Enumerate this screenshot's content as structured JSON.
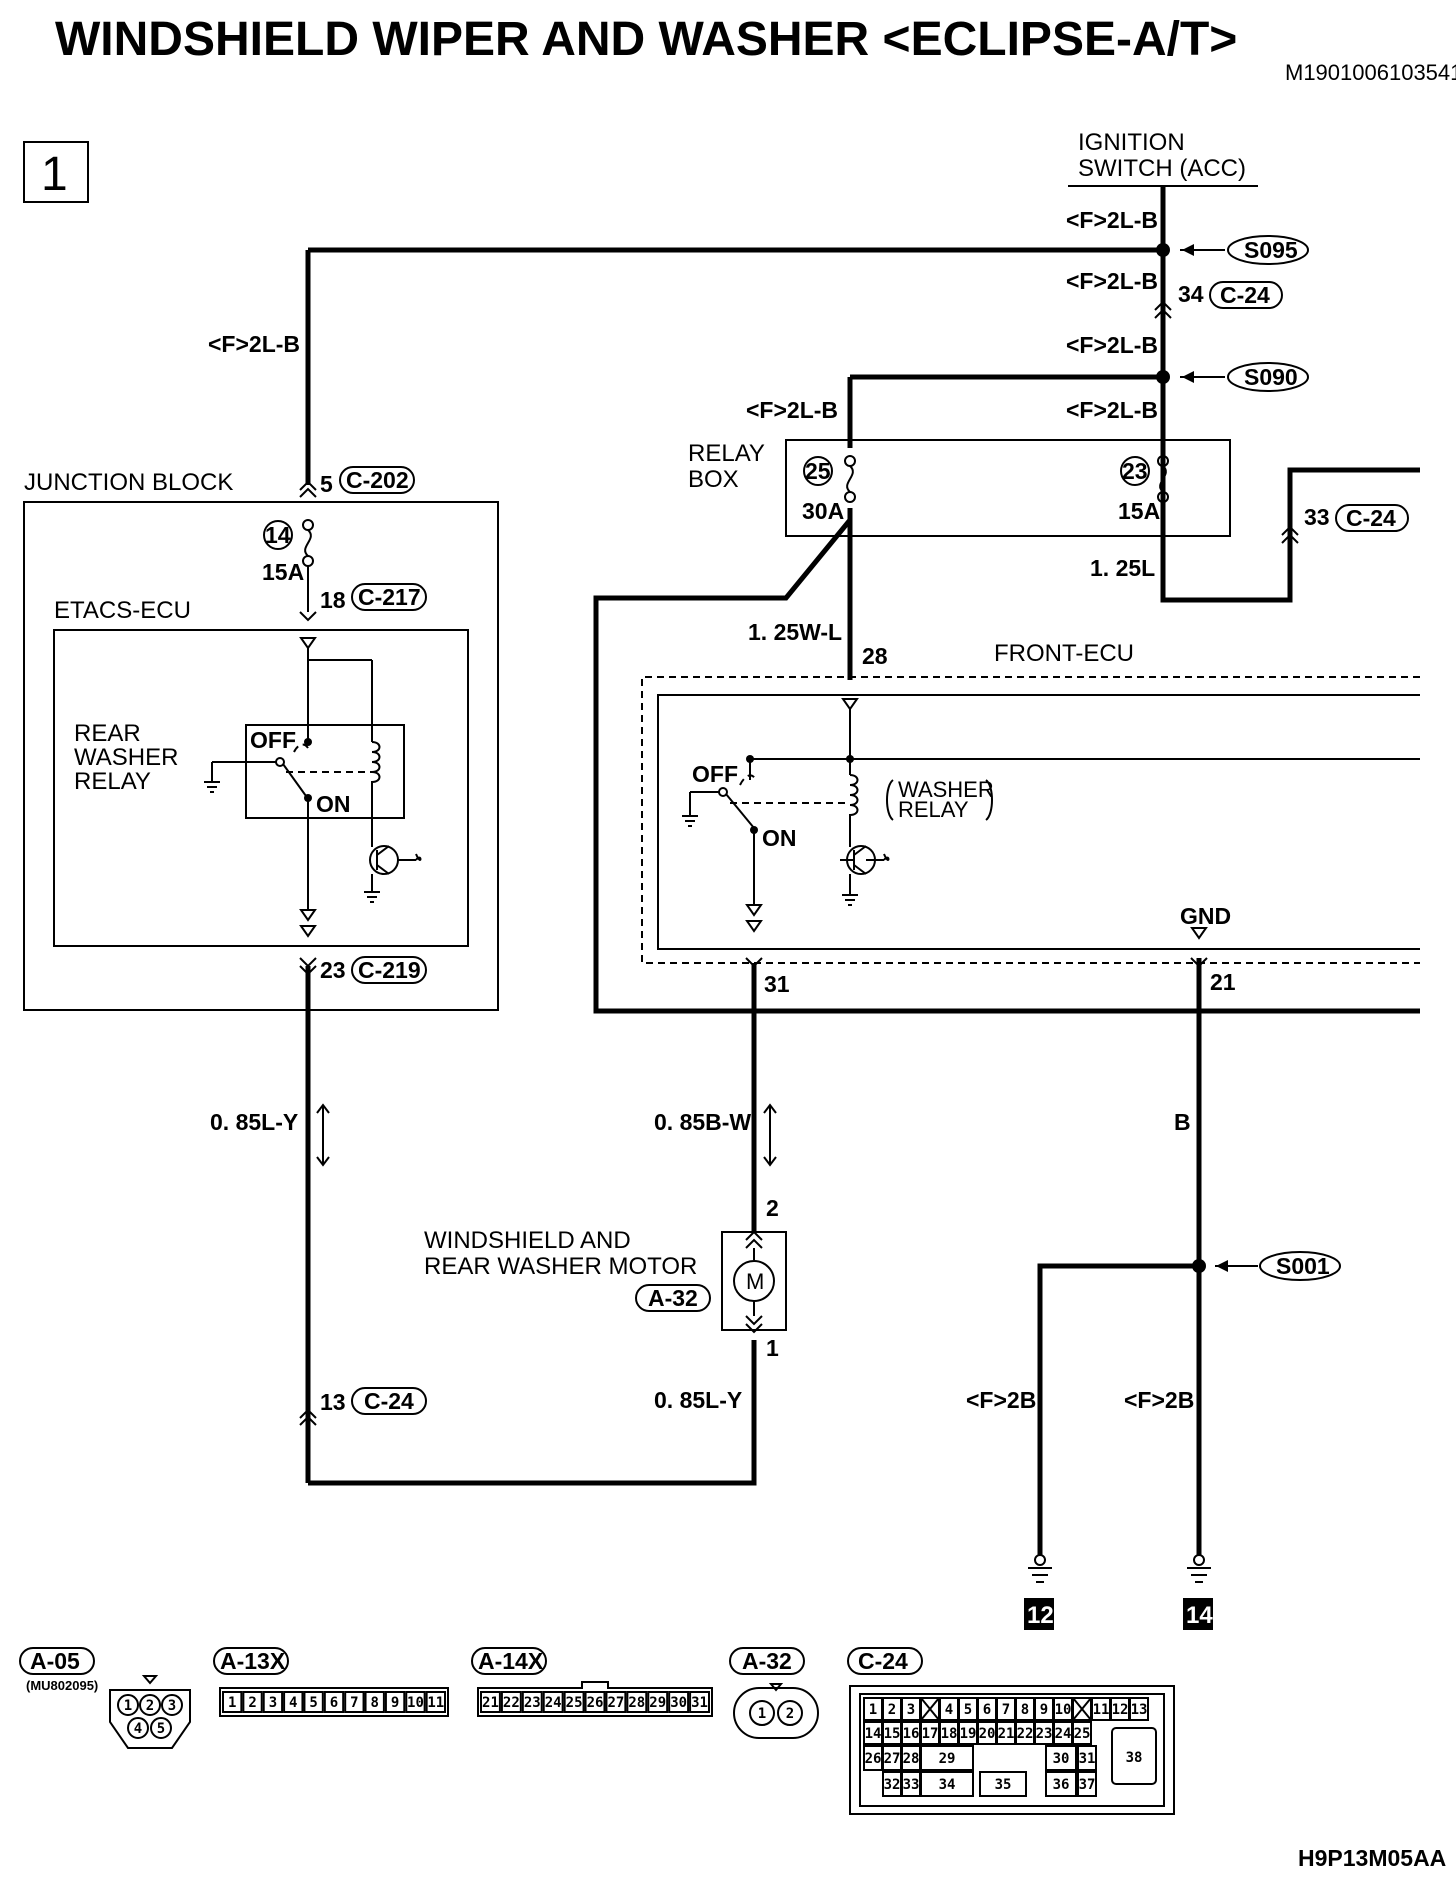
{
  "title": "WINDSHIELD WIPER AND WASHER <ECLIPSE-A/T>",
  "doc_id": "M1901006103541",
  "page_number": "1",
  "footer_code": "H9P13M05AA",
  "labels": {
    "ignition_line1": "IGNITION",
    "ignition_line2": "SWITCH (ACC)",
    "w_2lb_1": "<F>2L-B",
    "w_2lb_2": "<F>2L-B",
    "w_2lb_3": "<F>2L-B",
    "w_2lb_4": "<F>2L-B",
    "w_2lb_5": "<F>2L-B",
    "w_2lb_left": "<F>2L-B",
    "splice_s095": "S095",
    "splice_s090": "S090",
    "splice_s001": "S001",
    "pin34": "34",
    "conn_c24_a": "C-24",
    "relay_box_line1": "RELAY",
    "relay_box_line2": "BOX",
    "fuse25": "25",
    "fuse23": "23",
    "fuse14": "14",
    "amp30": "30A",
    "amp15a": "15A",
    "amp15b": "15A",
    "pin33": "33",
    "conn_c24_b": "C-24",
    "w_125l": "1. 25L",
    "w_125wl": "1. 25W-L",
    "pin28": "28",
    "front_ecu": "FRONT-ECU",
    "junction_block": "JUNCTION BLOCK",
    "pin5": "5",
    "conn_c202": "C-202",
    "pin18": "18",
    "conn_c217": "C-217",
    "etacs_ecu": "ETACS-ECU",
    "rear_relay_line1": "REAR",
    "rear_relay_line2": "WASHER",
    "rear_relay_line3": "RELAY",
    "off_a": "OFF",
    "on_a": "ON",
    "off_b": "OFF",
    "on_b": "ON",
    "washer_relay_line1": "WASHER",
    "washer_relay_line2": "RELAY",
    "gnd": "GND",
    "pin23": "23",
    "conn_c219": "C-219",
    "pin31": "31",
    "pin21": "21",
    "w_085ly_a": "0. 85L-Y",
    "w_085bw": "0. 85B-W",
    "w_b": "B",
    "motor_line1": "WINDSHIELD AND",
    "motor_line2": "REAR WASHER MOTOR",
    "conn_a32": "A-32",
    "motor_symbol": "M",
    "pin2": "2",
    "pin1": "1",
    "pin13": "13",
    "conn_c24_c": "C-24",
    "w_085ly_b": "0. 85L-Y",
    "w_f2b_a": "<F>2B",
    "w_f2b_b": "<F>2B",
    "ground12": "12",
    "ground14": "14"
  },
  "connectors": {
    "a05": {
      "name": "A-05",
      "part": "(MU802095)",
      "pins": [
        "1",
        "2",
        "3",
        "4",
        "5"
      ]
    },
    "a13x": {
      "name": "A-13X",
      "pins": [
        "1",
        "2",
        "3",
        "4",
        "5",
        "6",
        "7",
        "8",
        "9",
        "10",
        "11"
      ]
    },
    "a14x": {
      "name": "A-14X",
      "pins": [
        "21",
        "22",
        "23",
        "24",
        "25",
        "26",
        "27",
        "28",
        "29",
        "30",
        "31"
      ]
    },
    "a32": {
      "name": "A-32",
      "pins": [
        "1",
        "2"
      ]
    },
    "c24": {
      "name": "C-24",
      "row1": [
        "1",
        "2",
        "3",
        "",
        "4",
        "5",
        "6",
        "7",
        "8",
        "9",
        "10",
        "",
        "11",
        "12",
        "13"
      ],
      "row2": [
        "14",
        "15",
        "16",
        "17",
        "18",
        "19",
        "20",
        "21",
        "22",
        "23",
        "24",
        "25"
      ],
      "row3": [
        "26",
        "27",
        "28",
        "29",
        "30",
        "31"
      ],
      "row4": [
        "32",
        "33",
        "34",
        "35",
        "36",
        "37"
      ],
      "big": "38"
    }
  }
}
